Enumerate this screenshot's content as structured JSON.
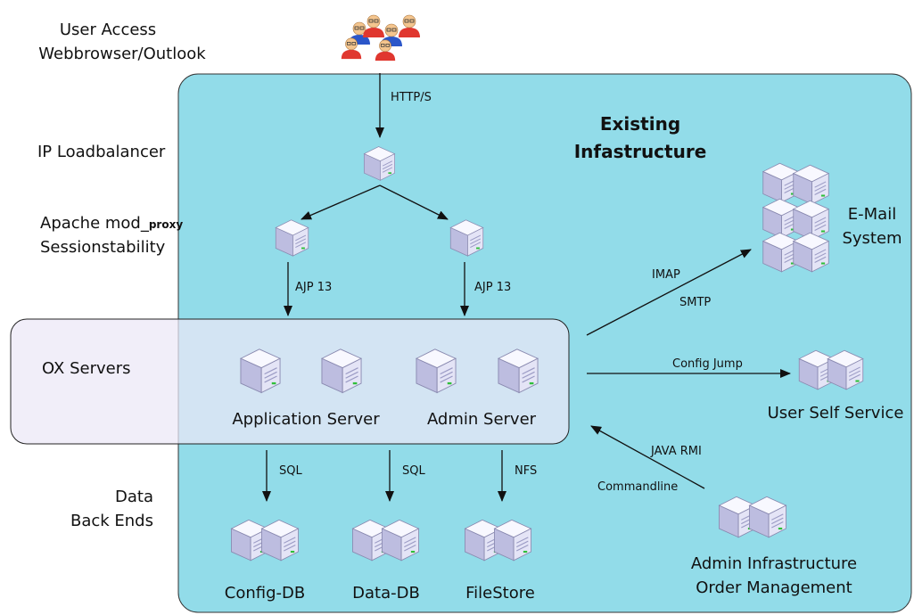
{
  "left_labels": {
    "user_access_1": "User Access",
    "user_access_2": "Webbrowser/Outlook",
    "loadbalancer": "IP Loadbalancer",
    "apache_1": "Apache mod_",
    "apache_proxy": "proxy",
    "apache_2": "Sessionstability",
    "ox_servers": "OX Servers",
    "data_1": "Data",
    "data_2": "Back Ends"
  },
  "infrastructure": {
    "line1": "Existing",
    "line2": "Infastructure"
  },
  "edge_labels": {
    "http": "HTTP/S",
    "ajp_left": "AJP 13",
    "ajp_right": "AJP 13",
    "sql1": "SQL",
    "sql2": "SQL",
    "nfs": "NFS",
    "imap": "IMAP",
    "smtp": "SMTP",
    "config_jump": "Config Jump",
    "java_rmi": "JAVA RMI",
    "commandline": "Commandline"
  },
  "nodes": {
    "application_server": "Application Server",
    "admin_server": "Admin Server",
    "email_1": "E-Mail",
    "email_2": "System",
    "user_self_service": "User Self Service",
    "config_db": "Config-DB",
    "data_db": "Data-DB",
    "filestore": "FileStore",
    "admin_infra_1": "Admin Infrastructure",
    "admin_infra_2": "Order Management"
  },
  "colors": {
    "infrastructure_fill": "#92dce9",
    "ox_fill": "#ece8f6",
    "server_face": "#e8e6f7",
    "server_accent": "#2fbf3a"
  }
}
